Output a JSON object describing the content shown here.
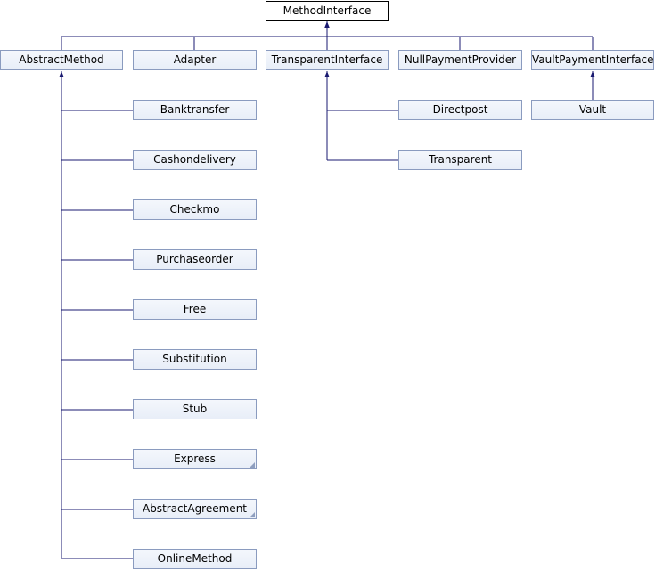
{
  "diagram": {
    "root": "MethodInterface",
    "level1": {
      "abstract_method": "AbstractMethod",
      "adapter": "Adapter",
      "transparent_interface": "TransparentInterface",
      "null_payment_provider": "NullPaymentProvider",
      "vault_payment_interface": "VaultPaymentInterface"
    },
    "abstract_method_children": [
      "Banktransfer",
      "Cashondelivery",
      "Checkmo",
      "Purchaseorder",
      "Free",
      "Substitution",
      "Stub",
      "Express",
      "AbstractAgreement",
      "OnlineMethod"
    ],
    "transparent_interface_children": [
      "Directpost",
      "Transparent"
    ],
    "vault_payment_interface_children": [
      "Vault"
    ]
  },
  "colors": {
    "edge": "#191970",
    "node_border": "#8a9bbf",
    "root_border": "#000000"
  }
}
